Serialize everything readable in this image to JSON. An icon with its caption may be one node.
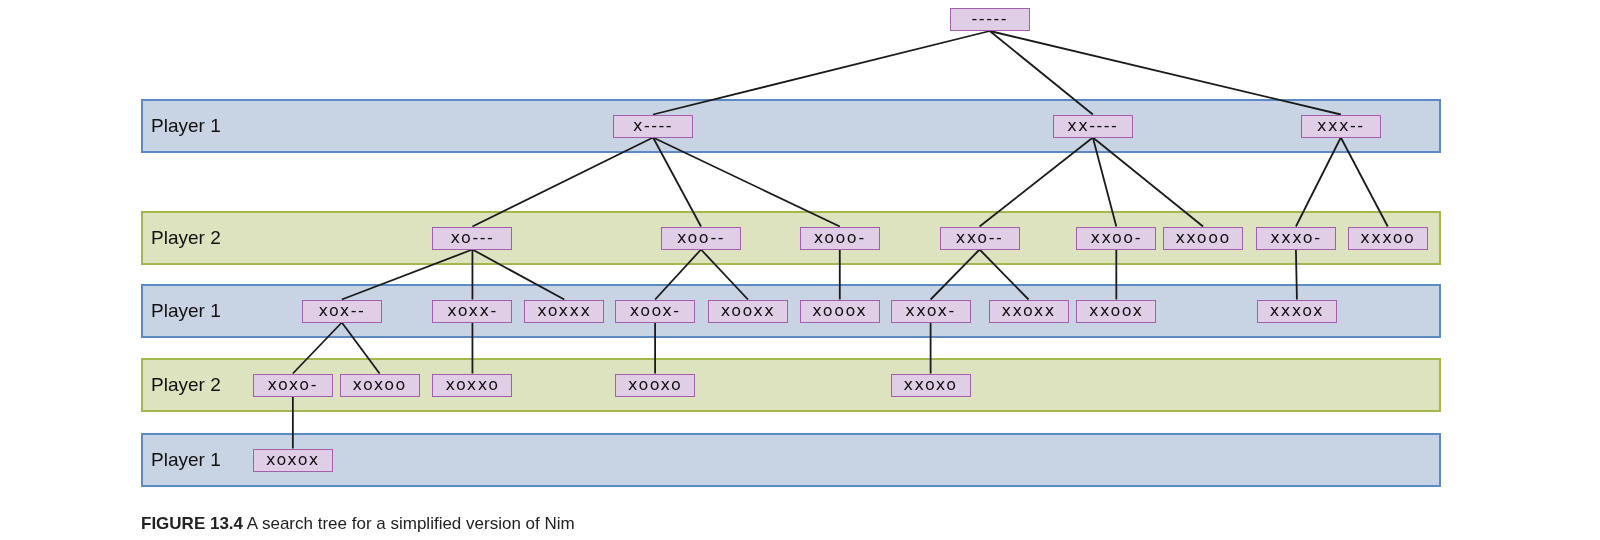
{
  "diagram": {
    "caption": "**FIGURE 13.4** A search tree for a simplified version of Nim",
    "nodes": [
      {
        "text": [
          "-----"
        ]
      },
      {
        "text": [
          "Player 1"
        ]
      },
      {
        "text": [
          "x----"
        ],
        "in": 1
      },
      {
        "text": [
          "xx----"
        ],
        "in": 1
      },
      {
        "text": [
          "xxx--"
        ],
        "in": 1
      },
      {
        "text": [
          "Player 2"
        ]
      },
      {
        "text": [
          "xo---"
        ],
        "in": 5
      },
      {
        "text": [
          "xoo--"
        ],
        "in": 5
      },
      {
        "text": [
          "xooo-"
        ],
        "in": 5
      },
      {
        "text": [
          "xxo--"
        ],
        "in": 5
      },
      {
        "text": [
          "xxoo-"
        ],
        "in": 5
      },
      {
        "text": [
          "xxooo"
        ],
        "in": 5
      },
      {
        "text": [
          "xxxo-"
        ],
        "in": 5
      },
      {
        "text": [
          "xxxoo"
        ],
        "in": 5
      },
      {
        "text": [
          "Player 1"
        ]
      },
      {
        "text": [
          "xox--"
        ],
        "in": 14
      },
      {
        "text": [
          "xoxx-"
        ],
        "in": 14
      },
      {
        "text": [
          "xoxxx"
        ],
        "in": 14
      },
      {
        "text": [
          "xoox-"
        ],
        "in": 14
      },
      {
        "text": [
          "xooxx"
        ],
        "in": 14
      },
      {
        "text": [
          "xooox"
        ],
        "in": 14
      },
      {
        "text": [
          "xxox-"
        ],
        "in": 14
      },
      {
        "text": [
          "xxoxx"
        ],
        "in": 14
      },
      {
        "text": [
          "xxoox"
        ],
        "in": 14
      },
      {
        "text": [
          "xxxox"
        ],
        "in": 14
      },
      {
        "text": [
          "Player 2"
        ]
      },
      {
        "text": [
          "xoxo-"
        ],
        "in": 25
      },
      {
        "text": [
          "xoxoo"
        ],
        "in": 25
      },
      {
        "text": [
          "xoxxo"
        ],
        "in": 25
      },
      {
        "text": [
          "xooxo"
        ],
        "in": 25
      },
      {
        "text": [
          "xxoxo"
        ],
        "in": 25
      },
      {
        "text": [
          "Player 1"
        ]
      },
      {
        "text": [
          "xoxox"
        ],
        "in": 31
      }
    ],
    "edges": [
      {
        "from": 0,
        "to": 2,
        "arrow": "none"
      },
      {
        "from": 0,
        "to": 3,
        "arrow": "none"
      },
      {
        "from": 0,
        "to": 4,
        "arrow": "none"
      },
      {
        "from": 2,
        "to": 6,
        "arrow": "none"
      },
      {
        "from": 2,
        "to": 7,
        "arrow": "none"
      },
      {
        "from": 2,
        "to": 8,
        "arrow": "none"
      },
      {
        "from": 3,
        "to": 9,
        "arrow": "none"
      },
      {
        "from": 3,
        "to": 10,
        "arrow": "none"
      },
      {
        "from": 3,
        "to": 11,
        "arrow": "none"
      },
      {
        "from": 4,
        "to": 12,
        "arrow": "none"
      },
      {
        "from": 4,
        "to": 13,
        "arrow": "none"
      },
      {
        "from": 6,
        "to": 15,
        "arrow": "none"
      },
      {
        "from": 6,
        "to": 16,
        "arrow": "none"
      },
      {
        "from": 6,
        "to": 17,
        "arrow": "none"
      },
      {
        "from": 7,
        "to": 18,
        "arrow": "none"
      },
      {
        "from": 7,
        "to": 19,
        "arrow": "none"
      },
      {
        "from": 8,
        "to": 20,
        "arrow": "none"
      },
      {
        "from": 9,
        "to": 21,
        "arrow": "none"
      },
      {
        "from": 9,
        "to": 22,
        "arrow": "none"
      },
      {
        "from": 10,
        "to": 23,
        "arrow": "none"
      },
      {
        "from": 12,
        "to": 24,
        "arrow": "none"
      },
      {
        "from": 15,
        "to": 26,
        "arrow": "none"
      },
      {
        "from": 15,
        "to": 27,
        "arrow": "none"
      },
      {
        "from": 16,
        "to": 28,
        "arrow": "none"
      },
      {
        "from": 18,
        "to": 29,
        "arrow": "none"
      },
      {
        "from": 21,
        "to": 30,
        "arrow": "none"
      },
      {
        "from": 26,
        "to": 32,
        "arrow": "none"
      }
    ]
  }
}
